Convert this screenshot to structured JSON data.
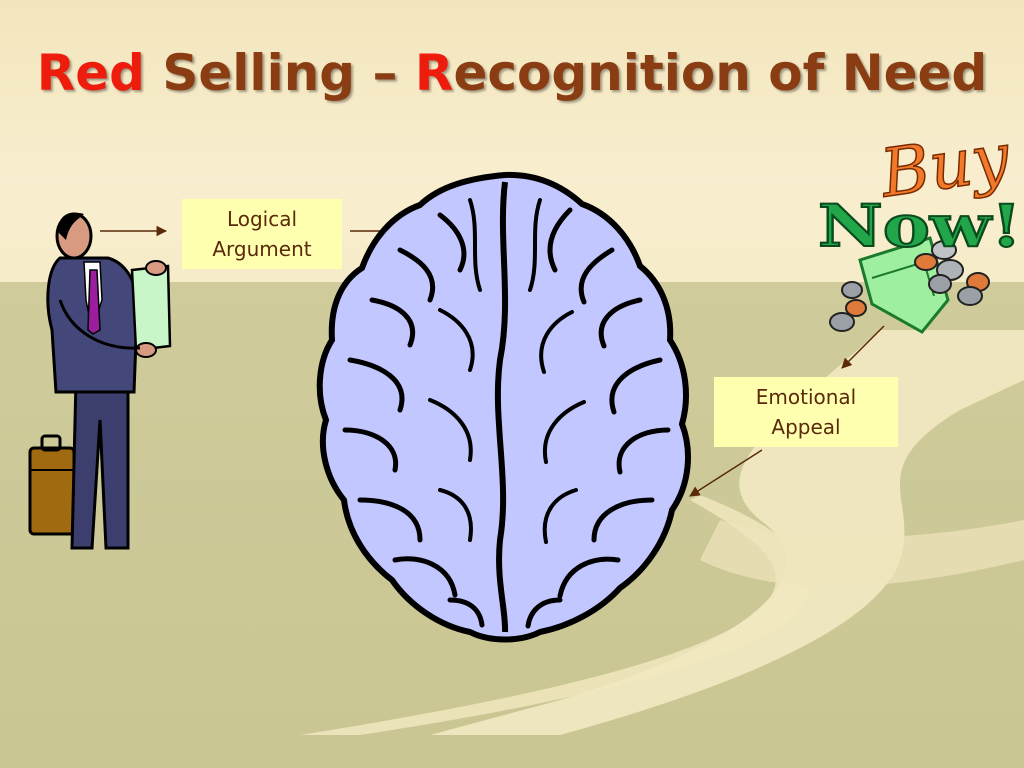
{
  "slide": {
    "title_parts": [
      {
        "text": "Red",
        "highlight": true
      },
      {
        "text": " Selling – ",
        "highlight": false
      },
      {
        "text": "R",
        "highlight": true
      },
      {
        "text": "ecognition of Need",
        "highlight": false
      }
    ],
    "logical_label": [
      "Logical",
      "Argument"
    ],
    "emotional_label": [
      "Emotional",
      "Appeal"
    ],
    "sign": {
      "buy": "Buy",
      "now": "Now!"
    }
  },
  "colors": {
    "title": "#8a3d12",
    "title_highlight": "#ee1c0c",
    "label_bg": "#ffffb0",
    "brain": "#c3c7ff",
    "now_green": "#22a64a",
    "buy_orange": "#f07a2a"
  },
  "icons": [
    "businessman-icon",
    "briefcase-icon",
    "brain-icon",
    "money-icon"
  ]
}
